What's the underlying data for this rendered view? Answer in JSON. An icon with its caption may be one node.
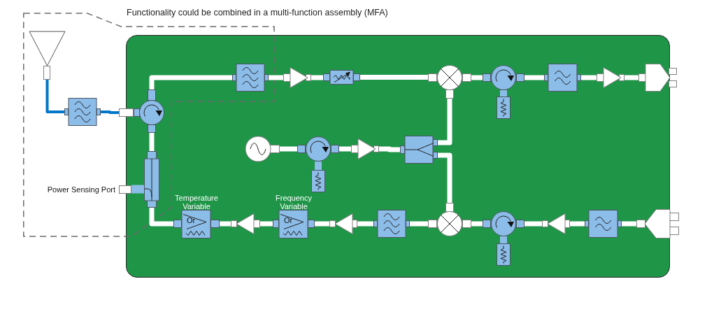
{
  "diagram": {
    "nodes": [
      {
        "text": [
          "Functionality could be combined in a multi-function assembly (MFA)"
        ]
      },
      {
        "text": [],
        "shape": "box"
      },
      {
        "text": [],
        "shape": "triangle",
        "in": 0
      },
      {
        "text": [],
        "shape": "box",
        "in": 0
      },
      {
        "text": [],
        "shape": "circle",
        "in": 0
      },
      {
        "text": [],
        "shape": "box"
      },
      {
        "text": [],
        "shape": "triangle",
        "in": 1
      },
      {
        "text": [],
        "shape": "box",
        "in": 1
      },
      {
        "text": [],
        "shape": "circle",
        "in": 1
      },
      {
        "text": [],
        "shape": "circle",
        "in": 1
      },
      {
        "text": [],
        "shape": "box",
        "in": 1
      },
      {
        "text": [],
        "shape": "box",
        "in": 1
      },
      {
        "text": [],
        "shape": "triangle",
        "in": 1
      },
      {
        "text": [],
        "shape": "pentagon",
        "in": 1
      },
      {
        "text": [],
        "shape": "circle",
        "in": 1
      },
      {
        "text": [],
        "shape": "circle",
        "in": 1
      },
      {
        "text": [],
        "shape": "box",
        "in": 1
      },
      {
        "text": [],
        "shape": "triangle",
        "in": 1
      },
      {
        "text": [],
        "shape": "box",
        "in": 1
      },
      {
        "text": [],
        "shape": "pentagon",
        "in": 1
      },
      {
        "text": [],
        "shape": "box",
        "in": 1
      },
      {
        "text": [],
        "shape": "triangle",
        "in": 1
      },
      {
        "text": [],
        "shape": "circle",
        "in": 1
      },
      {
        "text": [],
        "shape": "box",
        "in": 1
      },
      {
        "text": [],
        "shape": "circle",
        "in": 1
      },
      {
        "text": [],
        "shape": "box",
        "in": 1
      },
      {
        "text": [],
        "shape": "triangle",
        "in": 1
      },
      {
        "text": [
          "Frequency Variable",
          "Or"
        ],
        "in": 1
      },
      {
        "text": [],
        "shape": "triangle",
        "in": 1
      },
      {
        "text": [
          "Temperature Variable",
          "Or"
        ],
        "in": 1
      },
      {
        "text": [],
        "shape": "box"
      },
      {
        "text": [],
        "shape": "box",
        "in": 0,
        "beside": [
          "Power Sensing Port"
        ]
      }
    ],
    "edges": [
      {
        "from": 2,
        "to": 3,
        "arrow": "none",
        "color": "#0077c8"
      },
      {
        "from": 3,
        "to": 4,
        "arrow": "none",
        "color": "#0077c8"
      },
      {
        "from": 4,
        "to": 5,
        "arrow": "none"
      },
      {
        "from": 5,
        "to": 6,
        "arrow": "none"
      },
      {
        "from": 6,
        "to": 7,
        "arrow": "none"
      },
      {
        "from": 7,
        "to": 8,
        "arrow": "none"
      },
      {
        "from": 8,
        "to": 9,
        "arrow": "none"
      },
      {
        "from": 9,
        "to": 10,
        "arrow": "none",
        "color": "#8cbce8"
      },
      {
        "from": 9,
        "to": 11,
        "arrow": "none"
      },
      {
        "from": 11,
        "to": 12,
        "arrow": "none"
      },
      {
        "from": 12,
        "to": 13,
        "arrow": "none"
      },
      {
        "from": 14,
        "to": 15,
        "arrow": "none"
      },
      {
        "from": 15,
        "to": 16,
        "arrow": "none",
        "color": "#8cbce8"
      },
      {
        "from": 15,
        "to": 17,
        "arrow": "none"
      },
      {
        "from": 17,
        "to": 18,
        "arrow": "none"
      },
      {
        "from": 18,
        "to": 8,
        "arrow": "none"
      },
      {
        "from": 18,
        "to": 24,
        "arrow": "none"
      },
      {
        "from": 19,
        "to": 20,
        "arrow": "none"
      },
      {
        "from": 20,
        "to": 21,
        "arrow": "none"
      },
      {
        "from": 21,
        "to": 22,
        "arrow": "none"
      },
      {
        "from": 22,
        "to": 23,
        "arrow": "none",
        "color": "#8cbce8"
      },
      {
        "from": 22,
        "to": 24,
        "arrow": "none"
      },
      {
        "from": 24,
        "to": 25,
        "arrow": "none"
      },
      {
        "from": 25,
        "to": 26,
        "arrow": "none"
      },
      {
        "from": 26,
        "to": 27,
        "arrow": "none"
      },
      {
        "from": 27,
        "to": 28,
        "arrow": "none"
      },
      {
        "from": 28,
        "to": 29,
        "arrow": "none"
      },
      {
        "from": 29,
        "to": 30,
        "arrow": "none"
      },
      {
        "from": 30,
        "to": 4,
        "arrow": "none"
      },
      {
        "from": 30,
        "to": 31,
        "arrow": "none",
        "color": "#8cbce8"
      }
    ]
  }
}
